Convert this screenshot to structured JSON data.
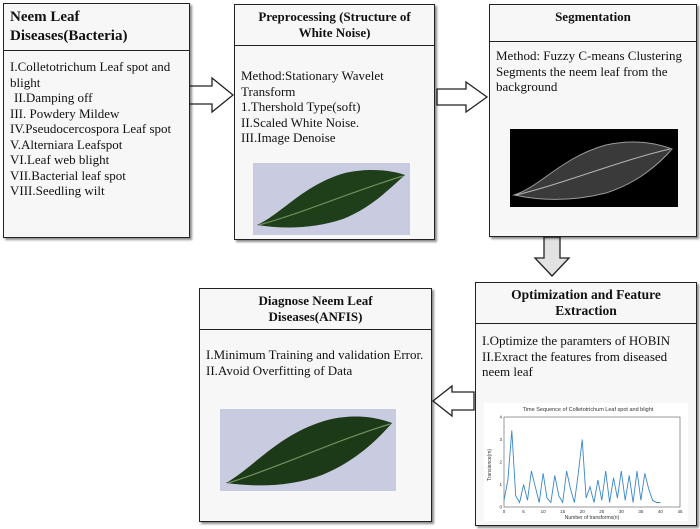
{
  "boxes": {
    "diseases": {
      "title": "Neem Leaf Diseases(Bacteria)",
      "items": [
        "I.Colletotrichum Leaf spot and blight",
        "II.Damping off",
        "III. Powdery Mildew",
        "IV.Pseudocercospora Leaf spot",
        "V.Alterniara Leafspot",
        "VI.Leaf web blight",
        "VII.Bacterial leaf spot",
        "VIII.Seedling wilt"
      ]
    },
    "preprocessing": {
      "title": "Preprocessing (Structure of White Noise)",
      "lines": [
        "Method:Stationary Wavelet Transform",
        "1.Thershold Type(soft)",
        "II.Scaled White Noise.",
        "III.Image Denoise"
      ]
    },
    "segmentation": {
      "title": "Segmentation",
      "lines": [
        "Method: Fuzzy C-means Clustering",
        "Segments the neem leaf from the background"
      ]
    },
    "optimization": {
      "title": "Optimization and Feature Extraction",
      "lines": [
        "I.Optimize the paramters of HOBIN",
        "II.Exract the features from diseased neem leaf"
      ]
    },
    "diagnose": {
      "title": "Diagnose Neem Leaf Diseases(ANFIS)",
      "lines": [
        "I.Minimum Training and validation Error.",
        "II.Avoid Overfitting of Data"
      ]
    }
  },
  "chart_data": {
    "type": "line",
    "title": "Time Sequence of Colletotrichum Leaf spot and blight",
    "xlabel": "Number of transforms(n)",
    "ylabel": "Transience(m)",
    "xlim": [
      0,
      45
    ],
    "ylim": [
      0,
      4
    ],
    "x": [
      0,
      1,
      2,
      3,
      4,
      5,
      6,
      7,
      8,
      9,
      10,
      11,
      12,
      13,
      14,
      15,
      16,
      17,
      18,
      19,
      20,
      21,
      22,
      23,
      24,
      25,
      26,
      27,
      28,
      29,
      30,
      31,
      32,
      33,
      34,
      35,
      36,
      37,
      38,
      39,
      40
    ],
    "values": [
      0.3,
      1.2,
      3.4,
      0.5,
      0.2,
      1.0,
      0.3,
      1.6,
      0.9,
      0.2,
      1.5,
      0.4,
      0.2,
      1.4,
      0.5,
      0.2,
      1.6,
      0.8,
      0.2,
      1.5,
      3.0,
      0.4,
      0.9,
      0.2,
      1.2,
      0.3,
      1.6,
      0.2,
      1.3,
      0.4,
      1.6,
      0.3,
      1.4,
      0.2,
      1.6,
      0.3,
      1.5,
      0.8,
      0.3,
      0.2,
      0.2
    ],
    "xticks": [
      0,
      5,
      10,
      15,
      20,
      25,
      30,
      35,
      40,
      45
    ],
    "yticks": [
      0,
      1,
      2,
      3,
      4
    ],
    "colors": {
      "line": "#3a87c8"
    }
  }
}
